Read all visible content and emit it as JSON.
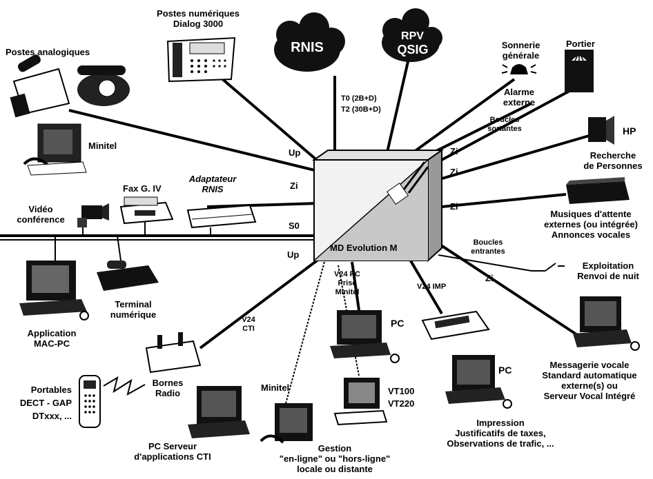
{
  "clouds": {
    "rnis": "RNIS",
    "qsig_l1": "RPV",
    "qsig_l2": "QSIG"
  },
  "labels": {
    "postes_numeriques_l1": "Postes numériques",
    "postes_numeriques_l2": "Dialog 3000",
    "postes_analogiques": "Postes analogiques",
    "minitel_top": "Minitel",
    "t0": "T0 (2B+D)",
    "t2": "T2 (30B+D)",
    "sonnerie_l1": "Sonnerie",
    "sonnerie_l2": "générale",
    "portier": "Portier",
    "alarme_l1": "Alarme",
    "alarme_l2": "externe",
    "boucles_sortantes_l1": "Boucles",
    "boucles_sortantes_l2": "sortantes",
    "hp": "HP",
    "recherche_l1": "Recherche",
    "recherche_l2": "de Personnes",
    "up_top": "Up",
    "zi_1": "Zi",
    "zi_2": "Zi",
    "zi_3": "Zi",
    "zi_left": "Zi",
    "zi_bottom": "Zi",
    "s0": "S0",
    "up_mid": "Up",
    "fax": "Fax G. IV",
    "adaptateur_l1": "Adaptateur",
    "adaptateur_l2": "RNIS",
    "video_l1": "Vidéo",
    "video_l2": "conférence",
    "musiques_l1": "Musiques d'attente",
    "musiques_l2": "externes (ou intégrée)",
    "musiques_l3": "Annonces vocales",
    "center": "MD Evolution M",
    "boucles_entrantes_l1": "Boucles",
    "boucles_entrantes_l2": "entrantes",
    "exploitation_l1": "Exploitation",
    "exploitation_l2": "Renvoi de nuit",
    "v24pc_l1": "V24 PC",
    "v24pc_l2": "Prise",
    "v24pc_l3": "Minitel",
    "v24imp": "V24 IMP",
    "pc_1": "PC",
    "pc_2": "PC",
    "application_l1": "Application",
    "application_l2": "MAC-PC",
    "terminal_l1": "Terminal",
    "terminal_l2": "numérique",
    "v24cti_l1": "V24",
    "v24cti_l2": "CTI",
    "messagerie_l1": "Messagerie vocale",
    "messagerie_l2": "Standard automatique",
    "messagerie_l3": "externe(s) ou",
    "messagerie_l4": "Serveur Vocal Intégré",
    "portables_l1": "Portables",
    "portables_l2": "DECT - GAP",
    "portables_l3": "DTxxx, ...",
    "bornes_l1": "Bornes",
    "bornes_l2": "Radio",
    "minitel_bottom": "Minitel",
    "vt100": "VT100",
    "vt220": "VT220",
    "impression_l1": "Impression",
    "impression_l2": "Justificatifs de taxes,",
    "impression_l3": "Observations de trafic, ...",
    "pc_serveur_l1": "PC Serveur",
    "pc_serveur_l2": "d'applications CTI",
    "gestion_l1": "Gestion",
    "gestion_l2": "\"en-ligne\" ou \"hors-ligne\"",
    "gestion_l3": "locale ou distante"
  }
}
